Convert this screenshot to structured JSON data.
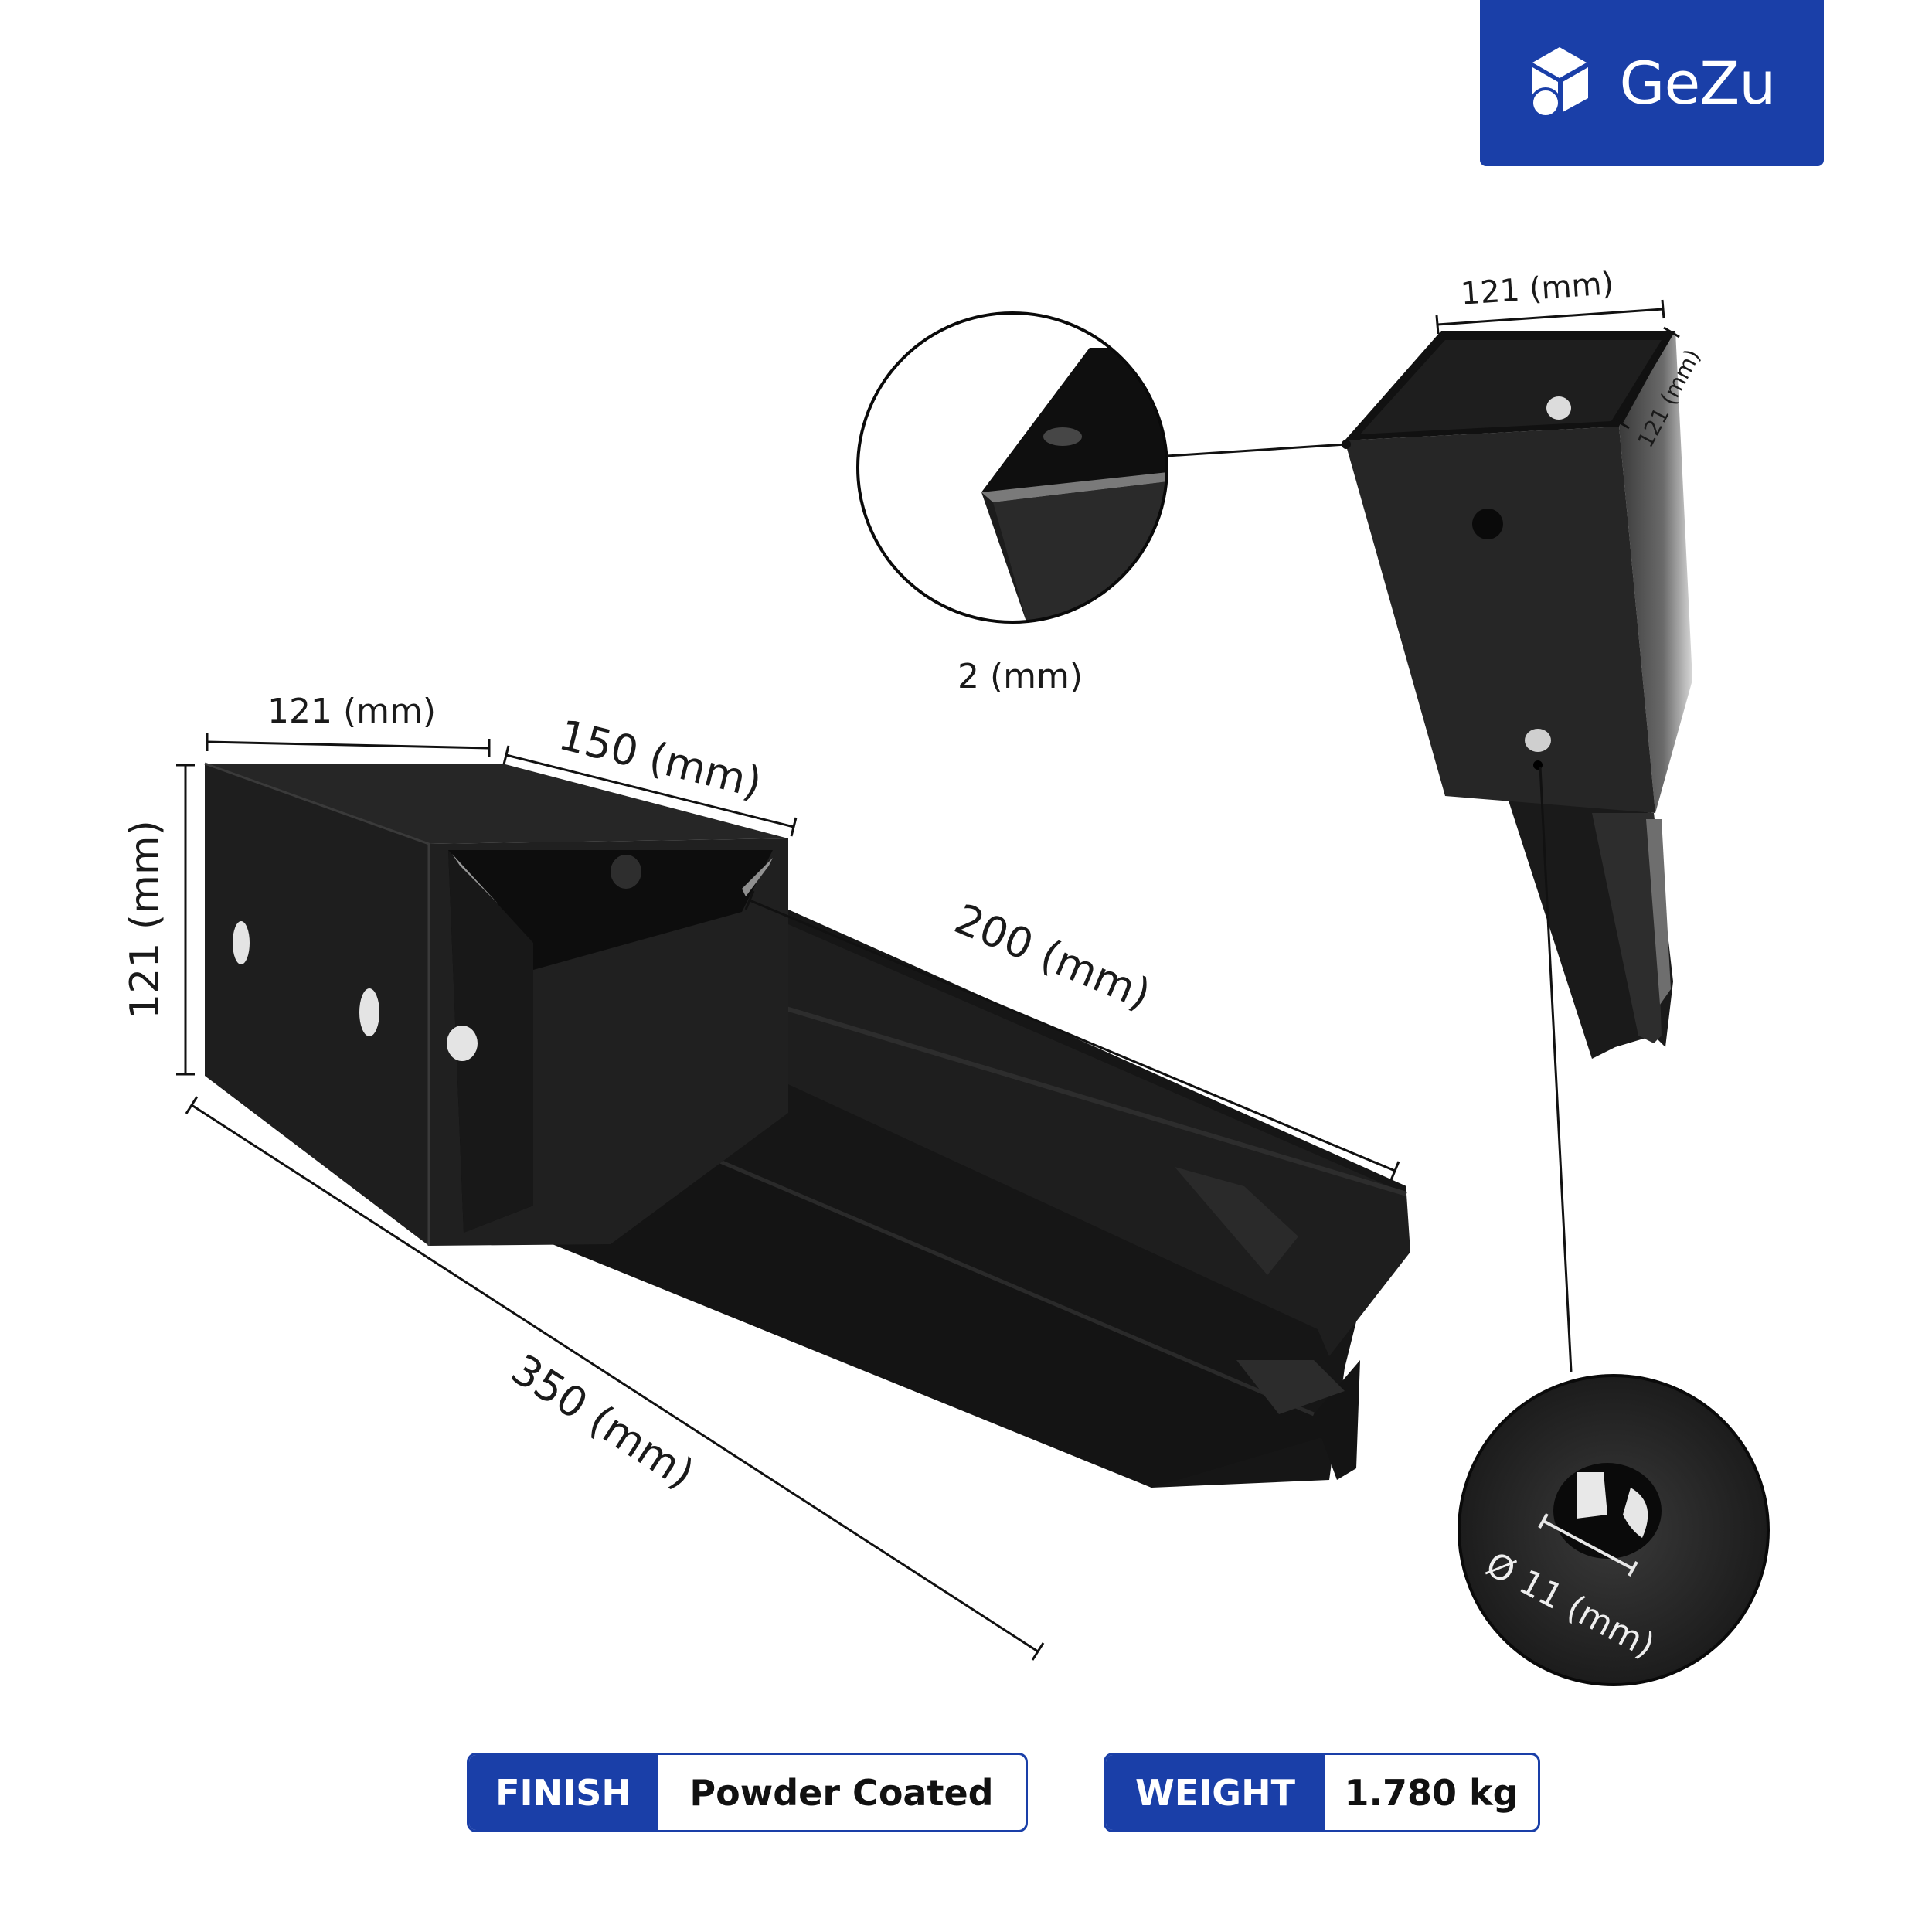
{
  "brand": {
    "name": "GeZu",
    "color": "#1a3fa8",
    "icon": "house-box-icon"
  },
  "main_view": {
    "width_label": "121 (mm)",
    "sleeve_depth_label": "150 (mm)",
    "spike_label": "200 (mm)",
    "height_label": "121 (mm)",
    "total_length_label": "350 (mm)"
  },
  "side_view": {
    "top_width_label": "121 (mm)",
    "top_depth_label": "121 (mm)"
  },
  "details": {
    "thickness_label": "2 (mm)",
    "hole_label": "Ø 11 (mm)"
  },
  "specs": [
    {
      "label": "FINISH",
      "value": "Powder Coated"
    },
    {
      "label": "WEIGHT",
      "value": "1.780 kg"
    }
  ]
}
